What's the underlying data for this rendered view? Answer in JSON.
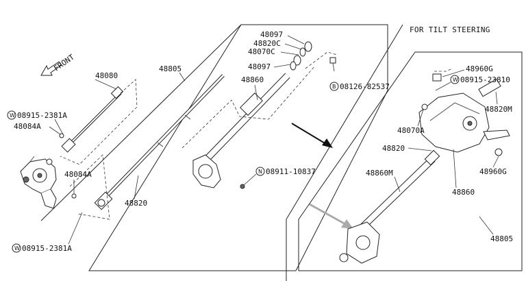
{
  "header": {
    "tilt_title": "FOR TILT STEERING"
  },
  "front_label": "FRONT",
  "callouts": {
    "p48097_top": "48097",
    "p48820C": "48820C",
    "p48070C": "48070C",
    "p48097_mid": "48097",
    "p48860": "48860",
    "p48805": "48805",
    "p48080": "48080",
    "p08915_2381A_left": "08915-2381A",
    "p48084A_left": "48084A",
    "p48084A_mid": "48084A",
    "p48820": "48820",
    "p08915_2381A_bottom": "08915-2381A",
    "p08126_82537": "08126-82537",
    "p08911_10837": "08911-10837",
    "t48960G_top": "48960G",
    "t08915_23810": "08915-23810",
    "t48820M": "48820M",
    "t48070A": "48070A",
    "t48820": "48820",
    "t48860M": "48860M",
    "t48860": "48860",
    "t48960G_bottom": "48960G",
    "t48805": "48805"
  },
  "badges": {
    "W": "W",
    "B": "B",
    "N": "N"
  }
}
